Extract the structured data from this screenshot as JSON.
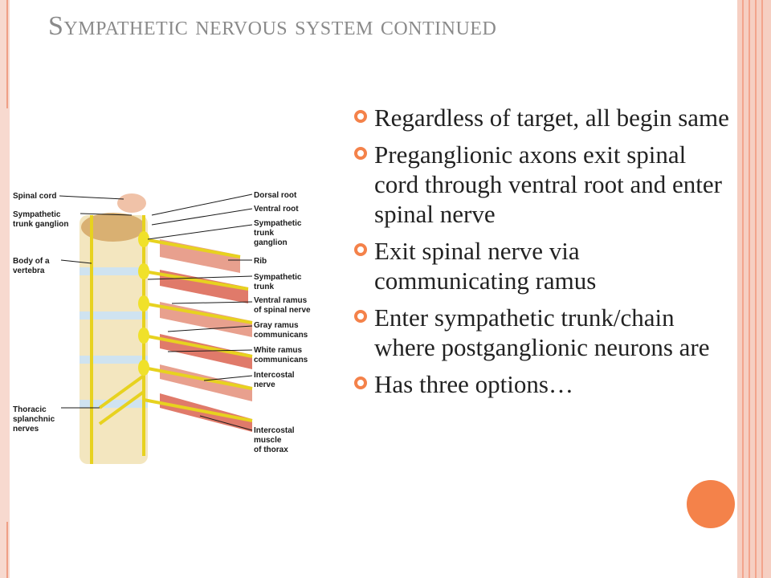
{
  "slide": {
    "title": "Sympathetic nervous system continued",
    "bullets": [
      "Regardless of target, all begin same",
      "Preganglionic axons exit spinal cord through ventral root and enter spinal nerve",
      "Exit spinal nerve via communicating ramus",
      "Enter sympathetic trunk/chain where postganglionic neurons are",
      "Has three options…"
    ],
    "figure": {
      "left_labels": [
        "Spinal cord",
        "Sympathetic",
        "trunk ganglion",
        "Body of a",
        "vertebra",
        "Thoracic",
        "splanchnic",
        "nerves"
      ],
      "right_labels": [
        "Dorsal root",
        "Ventral root",
        "Sympathetic",
        "trunk",
        "ganglion",
        "Rib",
        "Sympathetic",
        "trunk",
        "Ventral ramus",
        "of spinal nerve",
        "Gray ramus",
        "communicans",
        "White ramus",
        "communicans",
        "Intercostal",
        "nerve",
        "Intercostal",
        "muscle",
        "of thorax"
      ]
    }
  },
  "colors": {
    "accent": "#f4824a",
    "bullet": "#f4824a",
    "title": "#8a8a8a",
    "frame": "#f6cfc2",
    "nerve": "#f0e12a",
    "muscle": "#e07a6a"
  },
  "icons": {
    "bullet": "orange-ring-bullet-icon"
  }
}
